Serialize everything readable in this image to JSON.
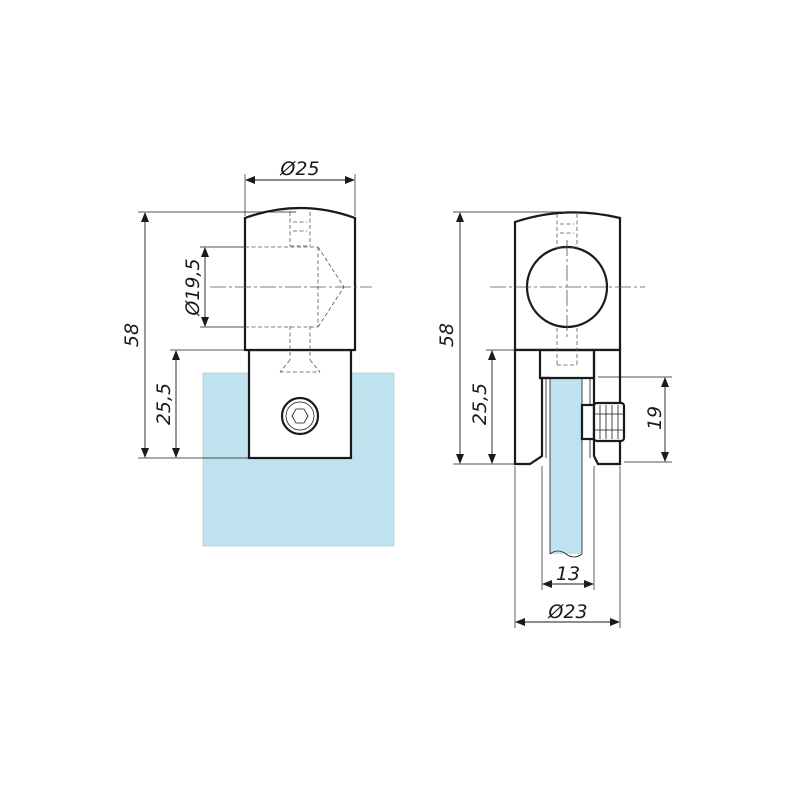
{
  "colors": {
    "glass": "#bfe3ee",
    "line": "#1a1a1a"
  },
  "dimensions": {
    "front_view": {
      "outer_diameter": "Ø25",
      "tube_diameter": "Ø19,5",
      "total_height": "58",
      "lower_height": "25,5"
    },
    "side_view": {
      "total_height": "58",
      "lower_height": "25,5",
      "screw_height": "19",
      "glass_thickness": "13",
      "base_diameter": "Ø23"
    }
  }
}
